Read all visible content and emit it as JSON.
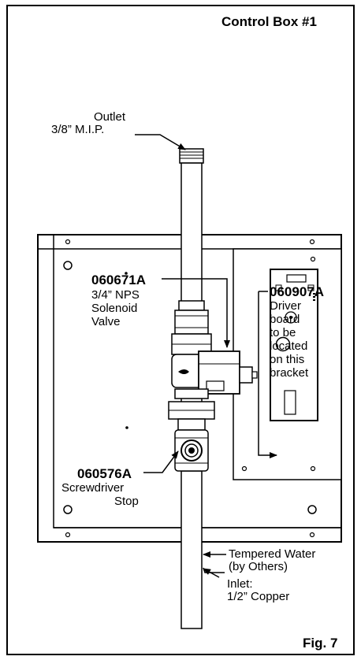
{
  "title": "Control Box #1",
  "figure": "Fig. 7",
  "outlet": {
    "line1": "Outlet",
    "line2": "3/8” M.I.P."
  },
  "solenoid": {
    "part": "060671A",
    "line1": "3/4” NPS",
    "line2": "Solenoid",
    "line3": "Valve"
  },
  "driver": {
    "part": "060907A",
    "lines": [
      "Driver",
      "board",
      "to be",
      "located",
      "on this",
      "bracket"
    ]
  },
  "stop": {
    "part": "060576A",
    "line1": "Screwdriver",
    "line2": "Stop"
  },
  "tempered": {
    "line1": "Tempered Water",
    "line2": "(by Others)"
  },
  "inlet": {
    "line1": "Inlet:",
    "line2": "1/2” Copper"
  }
}
